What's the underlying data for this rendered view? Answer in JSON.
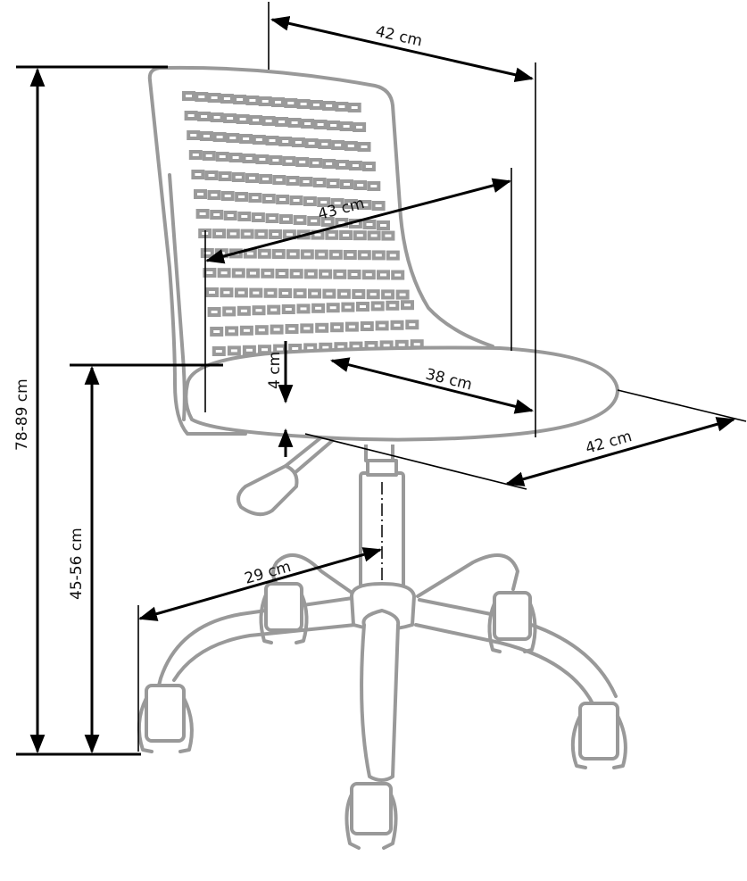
{
  "diagram": {
    "subject": "Swivel office chair with mesh backrest and five-star caster base",
    "line_color_chair": "#999999",
    "line_color_dimensions": "#000000",
    "background": "#ffffff",
    "dimensions": {
      "backrest_width_top": {
        "label": "42 cm",
        "description": "backrest width (top)"
      },
      "backrest_height": {
        "label": "43 cm",
        "description": "backrest height"
      },
      "seat_depth": {
        "label": "38 cm",
        "description": "seat depth"
      },
      "seat_width": {
        "label": "42 cm",
        "description": "seat width"
      },
      "seat_thickness": {
        "label": "4 cm",
        "description": "seat to backrest gap"
      },
      "total_height": {
        "label": "78-89 cm",
        "description": "overall height (adjustable)"
      },
      "seat_height": {
        "label": "45-56 cm",
        "description": "seat height (adjustable)"
      },
      "base_radius": {
        "label": "29 cm",
        "description": "base radius"
      }
    }
  }
}
